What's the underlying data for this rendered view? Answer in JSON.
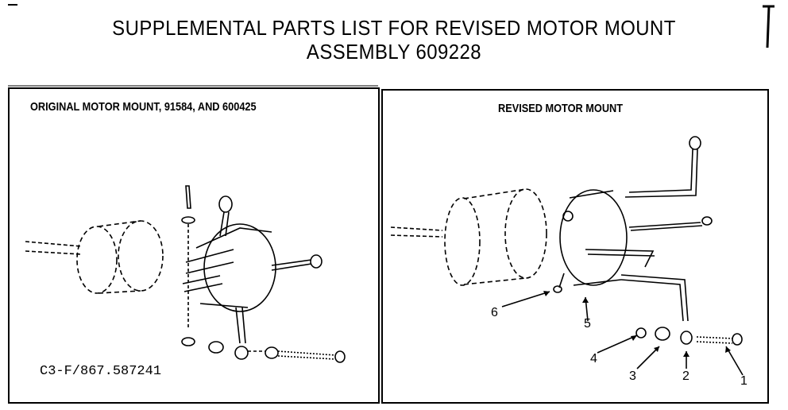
{
  "header": {
    "title_line1": "SUPPLEMENTAL PARTS LIST FOR REVISED MOTOR MOUNT",
    "title_line2": "ASSEMBLY 609228"
  },
  "left_panel": {
    "title": "ORIGINAL MOTOR MOUNT, 91584, AND 600425",
    "code": "C3-F/867.587241"
  },
  "right_panel": {
    "title": "REVISED MOTOR MOUNT",
    "callouts": [
      "1",
      "2",
      "3",
      "4",
      "5",
      "6"
    ]
  }
}
